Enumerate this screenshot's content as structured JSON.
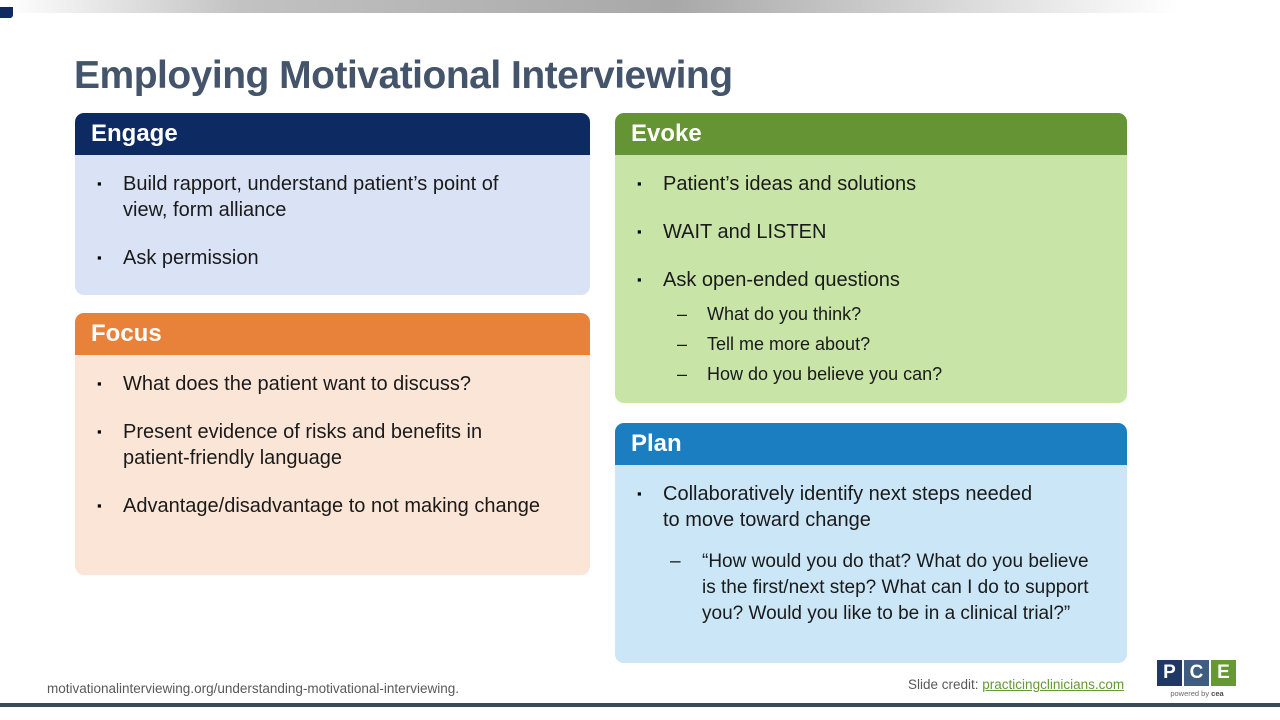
{
  "slide": {
    "title": "Employing Motivational Interviewing"
  },
  "cards": {
    "engage": {
      "title": "Engage",
      "header_color": "#0e2a63",
      "body_color": "#dae3f6",
      "bullets": [
        "Build rapport, understand patient’s point of view, form alliance",
        "Ask permission"
      ]
    },
    "focus": {
      "title": "Focus",
      "header_color": "#e8813a",
      "body_color": "#fbe5d6",
      "bullets": [
        "What does the patient want to discuss?",
        "Present evidence of risks and benefits in patient-friendly language",
        "Advantage/disadvantage to not making change"
      ]
    },
    "evoke": {
      "title": "Evoke",
      "header_color": "#649433",
      "body_color": "#c8e4a7",
      "bullets": [
        "Patient’s ideas and solutions",
        "WAIT and LISTEN",
        "Ask open-ended questions"
      ],
      "subbullets": [
        "What do you think?",
        "Tell me more about?",
        "How do you believe you can?"
      ]
    },
    "plan": {
      "title": "Plan",
      "header_color": "#1b7ec0",
      "body_color": "#cbe6f7",
      "bullets": [
        "Collaboratively identify next steps needed to move toward change"
      ],
      "subbullets": [
        "“How would you do that? What do you believe is the first/next step? What can I do to support you? Would you like to be in a clinical trial?”"
      ]
    }
  },
  "footer": {
    "source_url": "motivationalinterviewing.org/understanding-motivational-interviewing.",
    "credit_label": "Slide credit: ",
    "credit_link": "practicingclinicians.com"
  },
  "logo": {
    "letters": [
      "P",
      "C",
      "E"
    ],
    "letter_colors": [
      "#1f3864",
      "#3f5d7e",
      "#669933"
    ],
    "tagline_prefix": "powered by ",
    "tagline_brand": "cea"
  },
  "icons": {
    "bullet": "▪",
    "dash": "–"
  },
  "colors": {
    "title_text": "#44546a",
    "body_text": "#1a1a1a",
    "footer_text": "#595959",
    "link_green": "#669933",
    "bottom_bar": "#3a4a57",
    "top_bar_gray": "#a8a8a8",
    "corner_accent": "#0e2a63"
  }
}
